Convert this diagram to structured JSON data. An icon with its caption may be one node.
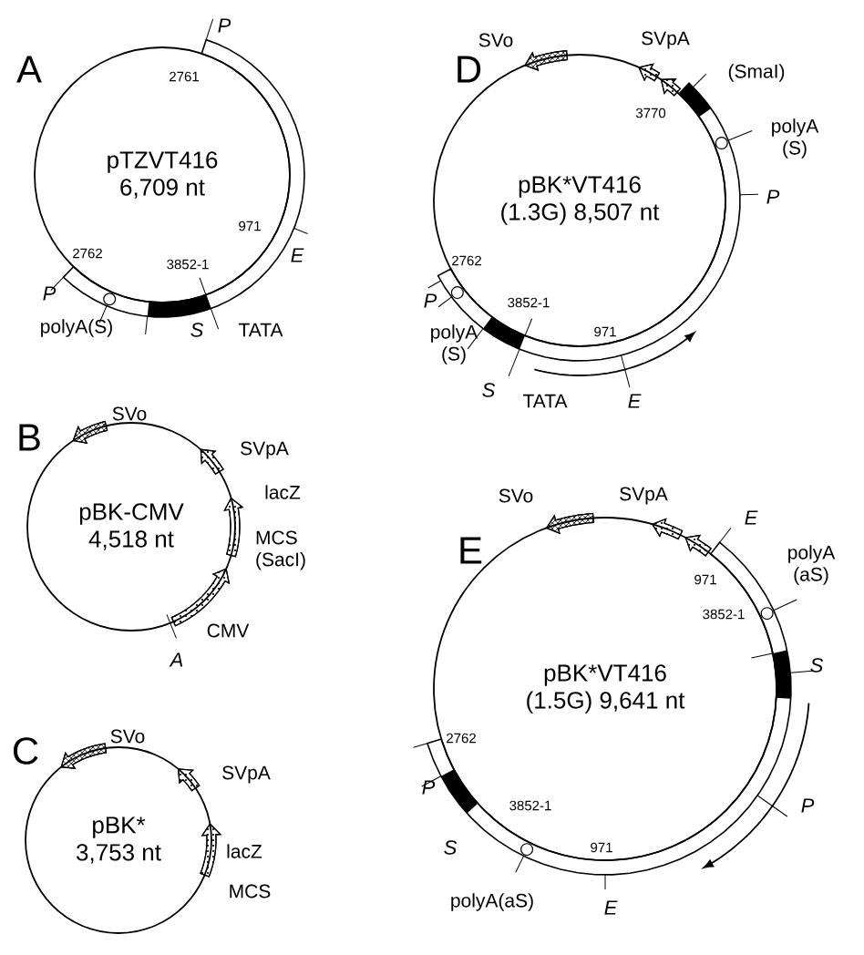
{
  "diagram": {
    "nodes": [
      {
        "text": [
          "pTZVT416",
          "6,709 nt"
        ],
        "beside": [
          "A",
          "P",
          "E",
          "P",
          "polyA(S)",
          "S",
          "TATA"
        ]
      },
      {
        "text": [
          "pBK*VT416",
          "(1.3G) 8,507 nt"
        ],
        "beside": [
          "D",
          "SVo",
          "SVpA",
          "(SmaI)",
          "polyA (S)",
          "P",
          "P",
          "polyA (S)",
          "S",
          "TATA",
          "E"
        ]
      },
      {
        "text": [
          "pBK-CMV",
          "4,518 nt"
        ],
        "beside": [
          "B",
          "SVo",
          "SVpA",
          "lacZ",
          "MCS (SacI)",
          "CMV",
          "A"
        ]
      },
      {
        "text": [
          "pBK*",
          "3,753 nt"
        ],
        "beside": [
          "C",
          "SVo",
          "SVpA",
          "lacZ",
          "MCS"
        ]
      },
      {
        "text": [
          "pBK*VT416",
          "(1.5G) 9,641 nt"
        ],
        "beside": [
          "E",
          "SVo",
          "SVpA",
          "E",
          "polyA (aS)",
          "S",
          "P",
          "P",
          "S",
          "polyA(aS)",
          "E"
        ]
      }
    ],
    "labels": [
      "2761",
      "971",
      "2762",
      "3852-1",
      "3770",
      "2762",
      "3852-1",
      "971",
      "971",
      "3852-1",
      "2762",
      "3852-1",
      "971"
    ]
  }
}
